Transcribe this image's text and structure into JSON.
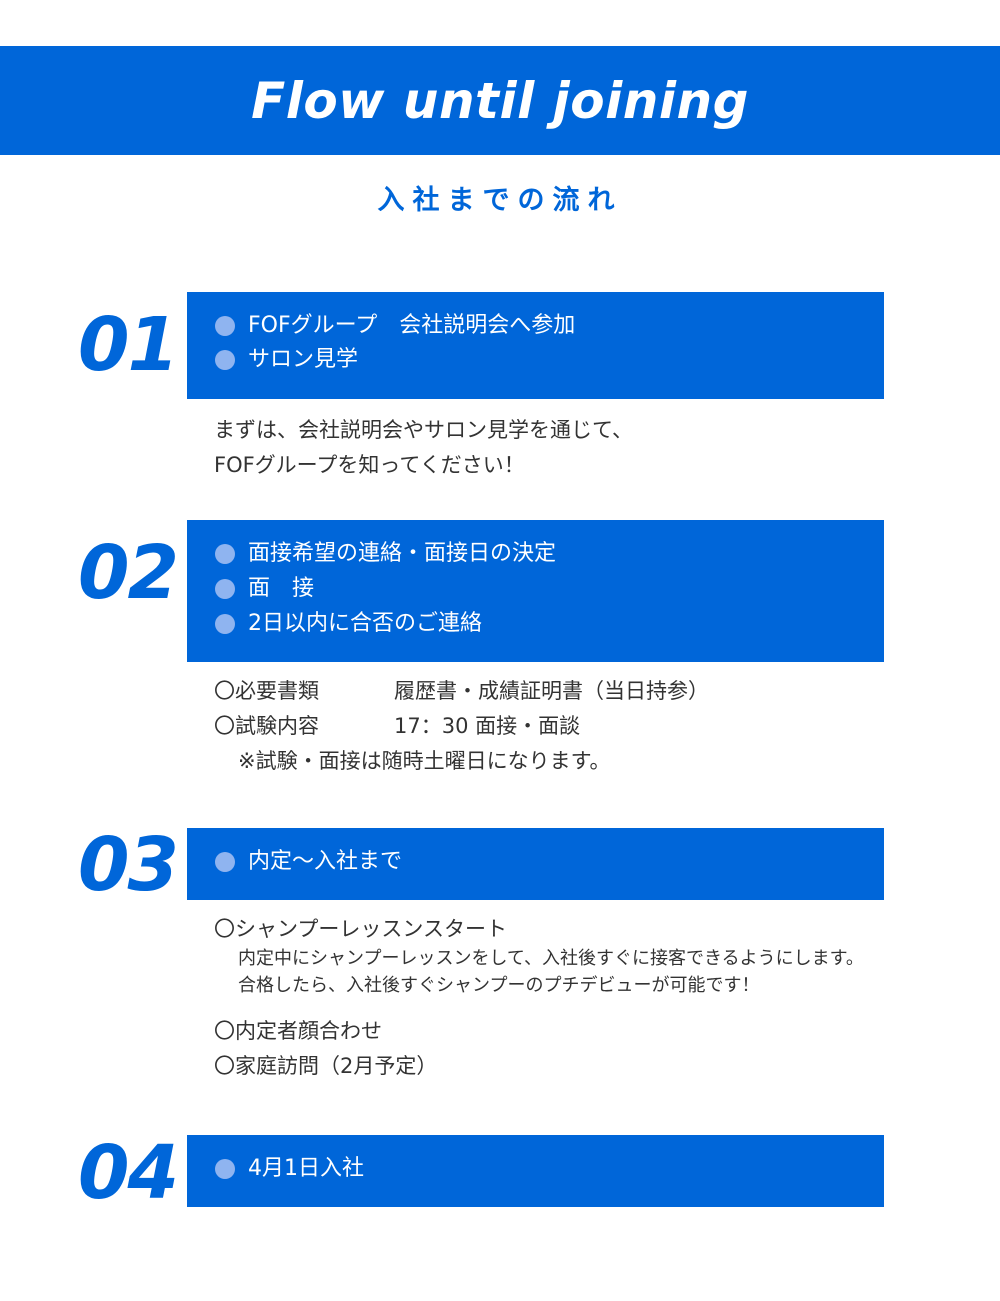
{
  "header": {
    "title": "Flow until joining",
    "subtitle": "入社までの流れ"
  },
  "steps": [
    {
      "number": "01",
      "items": [
        "FOFグループ　会社説明会へ参加",
        "サロン見学"
      ],
      "description": [
        "まずは、会社説明会やサロン見学を通じて、",
        "FOFグループを知ってください！"
      ]
    },
    {
      "number": "02",
      "items": [
        "面接希望の連絡・面接日の決定",
        "面　接",
        "2日以内に合否のご連絡"
      ],
      "details": [
        {
          "label": "〇必要書類",
          "value": "履歴書・成績証明書（当日持参）"
        },
        {
          "label": "〇試験内容",
          "value": "17：30 面接・面談"
        }
      ],
      "note": "※試験・面接は随時土曜日になります。"
    },
    {
      "number": "03",
      "items": [
        "内定〜入社まで"
      ],
      "lesson": {
        "title": "〇シャンプーレッスンスタート",
        "lines": [
          "内定中にシャンプーレッスンをして、入社後すぐに接客できるようにします。",
          "合格したら、入社後すぐシャンプーのプチデビューが可能です！"
        ]
      },
      "extras": [
        "〇内定者顔合わせ",
        "〇家庭訪問（2月予定）"
      ]
    },
    {
      "number": "04",
      "items": [
        "4月1日入社"
      ]
    }
  ],
  "colors": {
    "primary": "#0066d9",
    "dot": "#8fb4f0",
    "text": "#333333"
  }
}
